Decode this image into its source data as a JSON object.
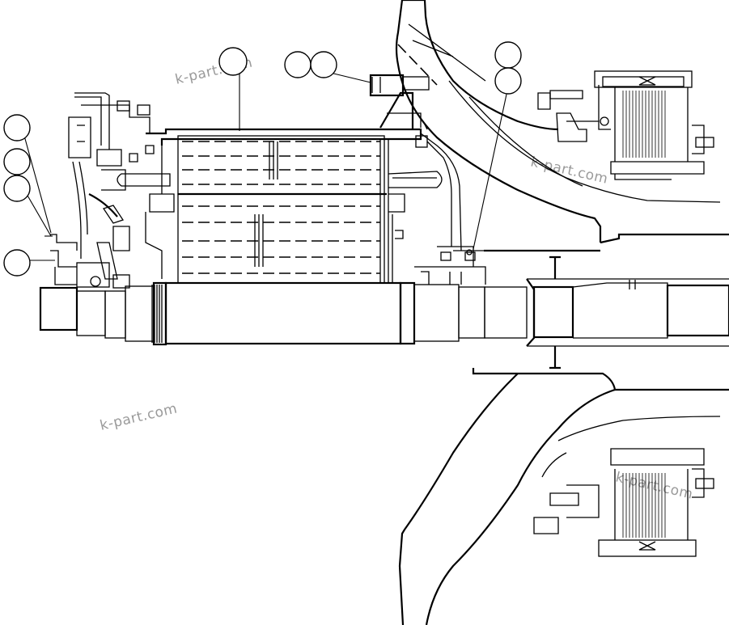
{
  "watermarks": [
    "k-part.com",
    "k-part.com",
    "k-part.com",
    "k-part.com"
  ],
  "callouts": [
    {
      "id": "c1",
      "label": ""
    },
    {
      "id": "c2",
      "label": ""
    },
    {
      "id": "c3",
      "label": ""
    },
    {
      "id": "c4",
      "label": ""
    },
    {
      "id": "c5",
      "label": ""
    },
    {
      "id": "c6",
      "label": ""
    },
    {
      "id": "c7",
      "label": ""
    },
    {
      "id": "c8",
      "label": ""
    },
    {
      "id": "c9",
      "label": ""
    },
    {
      "id": "c10",
      "label": ""
    },
    {
      "id": "c11",
      "label": ""
    }
  ]
}
